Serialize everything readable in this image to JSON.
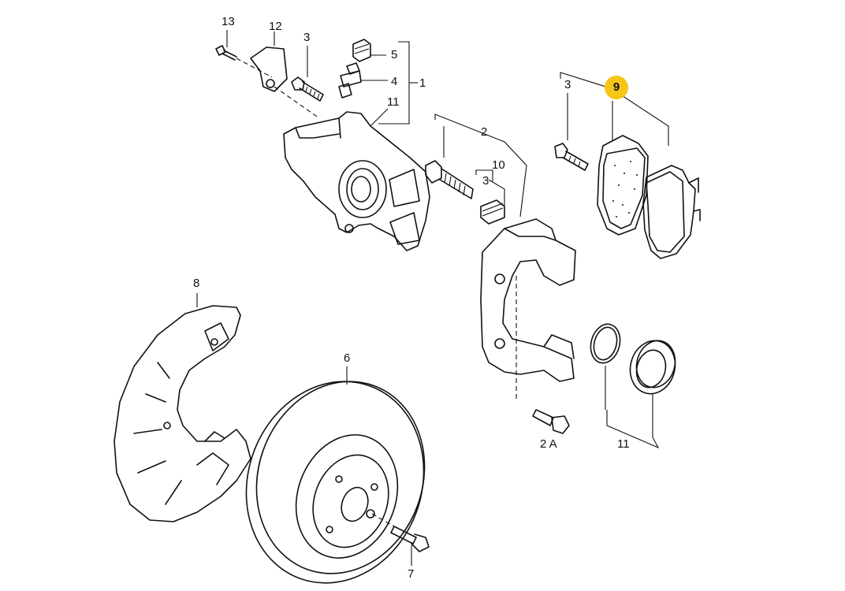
{
  "labels": {
    "n1": "1",
    "n2": "2",
    "n3a": "3",
    "n3b": "3",
    "n3c": "3",
    "n4": "4",
    "n5": "5",
    "n6": "6",
    "n7": "7",
    "n8": "8",
    "n9": "9",
    "n10": "10",
    "n11a": "11",
    "n11b": "11",
    "n12": "12",
    "n13": "13",
    "n2a": "2 A"
  },
  "highlight_color": "#f5c518"
}
